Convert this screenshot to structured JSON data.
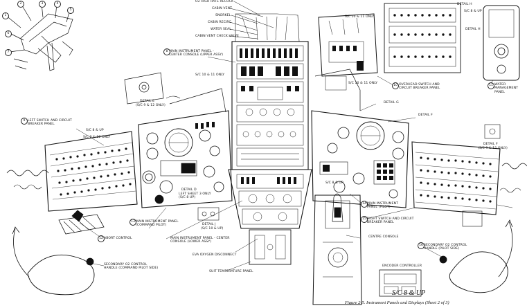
{
  "top_callouts": [
    "O2 HIGH RATE RECOCK",
    "CABIN VENT",
    "SNORKEL",
    "CABIN RECIRC",
    "WATER SEAL",
    "CABIN VENT CHECK VALVE"
  ],
  "labels": {
    "main_center_upper": "MAIN INSTRUMENT PANEL - CENTER CONSOLE (UPPER ASSY)",
    "sc10_only": "S/C 10 & 11 ONLY",
    "detail_e": "DETAIL E",
    "detail_e_sub": "(S/C 9 & 12 ONLY)",
    "left_switch": "LEFT SWITCH AND CIRCUIT BREAKER PANEL",
    "sc8_up": "S/C 8 & UP",
    "sc9_only": "S/C 9 & 12 ONLY",
    "overhead": "OVERHEAD SWITCH AND CIRCUIT BREAKER PANEL",
    "water_mgmt": "WATER MANAGEMENT PANEL",
    "detail_g": "DETAIL G",
    "detail_h": "DETAIL H",
    "detail_f": "DETAIL F",
    "detail_f_sub": "(S/C 9 & 12 ONLY)",
    "detail_d": "DETAIL D",
    "detail_d_sub": "LEFT SHEET 3 ONLY (S/C 8 UP)",
    "detail_j": "DETAIL J",
    "detail_j_sub": "(S/C 10 & UP)",
    "abort": "ABORT CONTROL",
    "main_cmd": "MAIN INSTRUMENT PANEL (COMMAND PILOT)",
    "main_center_lower": "MAIN INSTRUMENT PANEL - CENTER CONSOLE (LOWER ASSY)",
    "main_pilot": "MAIN INSTRUMENT PANEL (PILOT)",
    "right_switch": "RIGHT SWITCH AND CIRCUIT BREAKER PANEL",
    "centre_console": "CENTRE CONSOLE",
    "secondary_pilot": "SECONDARY O2 CONTROL HANDLE (PILOT SIDE)",
    "encoder": "ENCODER CONTROLLER",
    "o2_disconnect": "EVA OXYGEN DISCONNECT",
    "suit_temp": "SUIT TEMPERATURE PANEL",
    "secondary_cmd": "SECONDARY O2 CONTROL HANDLE (COMMAND PILOT SIDE)",
    "sc8_small": "S/C 8 & UP"
  },
  "caption_sc": "S/C 8 & UP",
  "caption_figure": "Figure 2-5. Instrument Panels and Displays (Sheet 2 of 3)",
  "callout_numbers": [
    "1",
    "2",
    "3",
    "4",
    "5",
    "6",
    "7",
    "8",
    "9",
    "10",
    "11",
    "12",
    "13",
    "14",
    "15",
    "16"
  ]
}
